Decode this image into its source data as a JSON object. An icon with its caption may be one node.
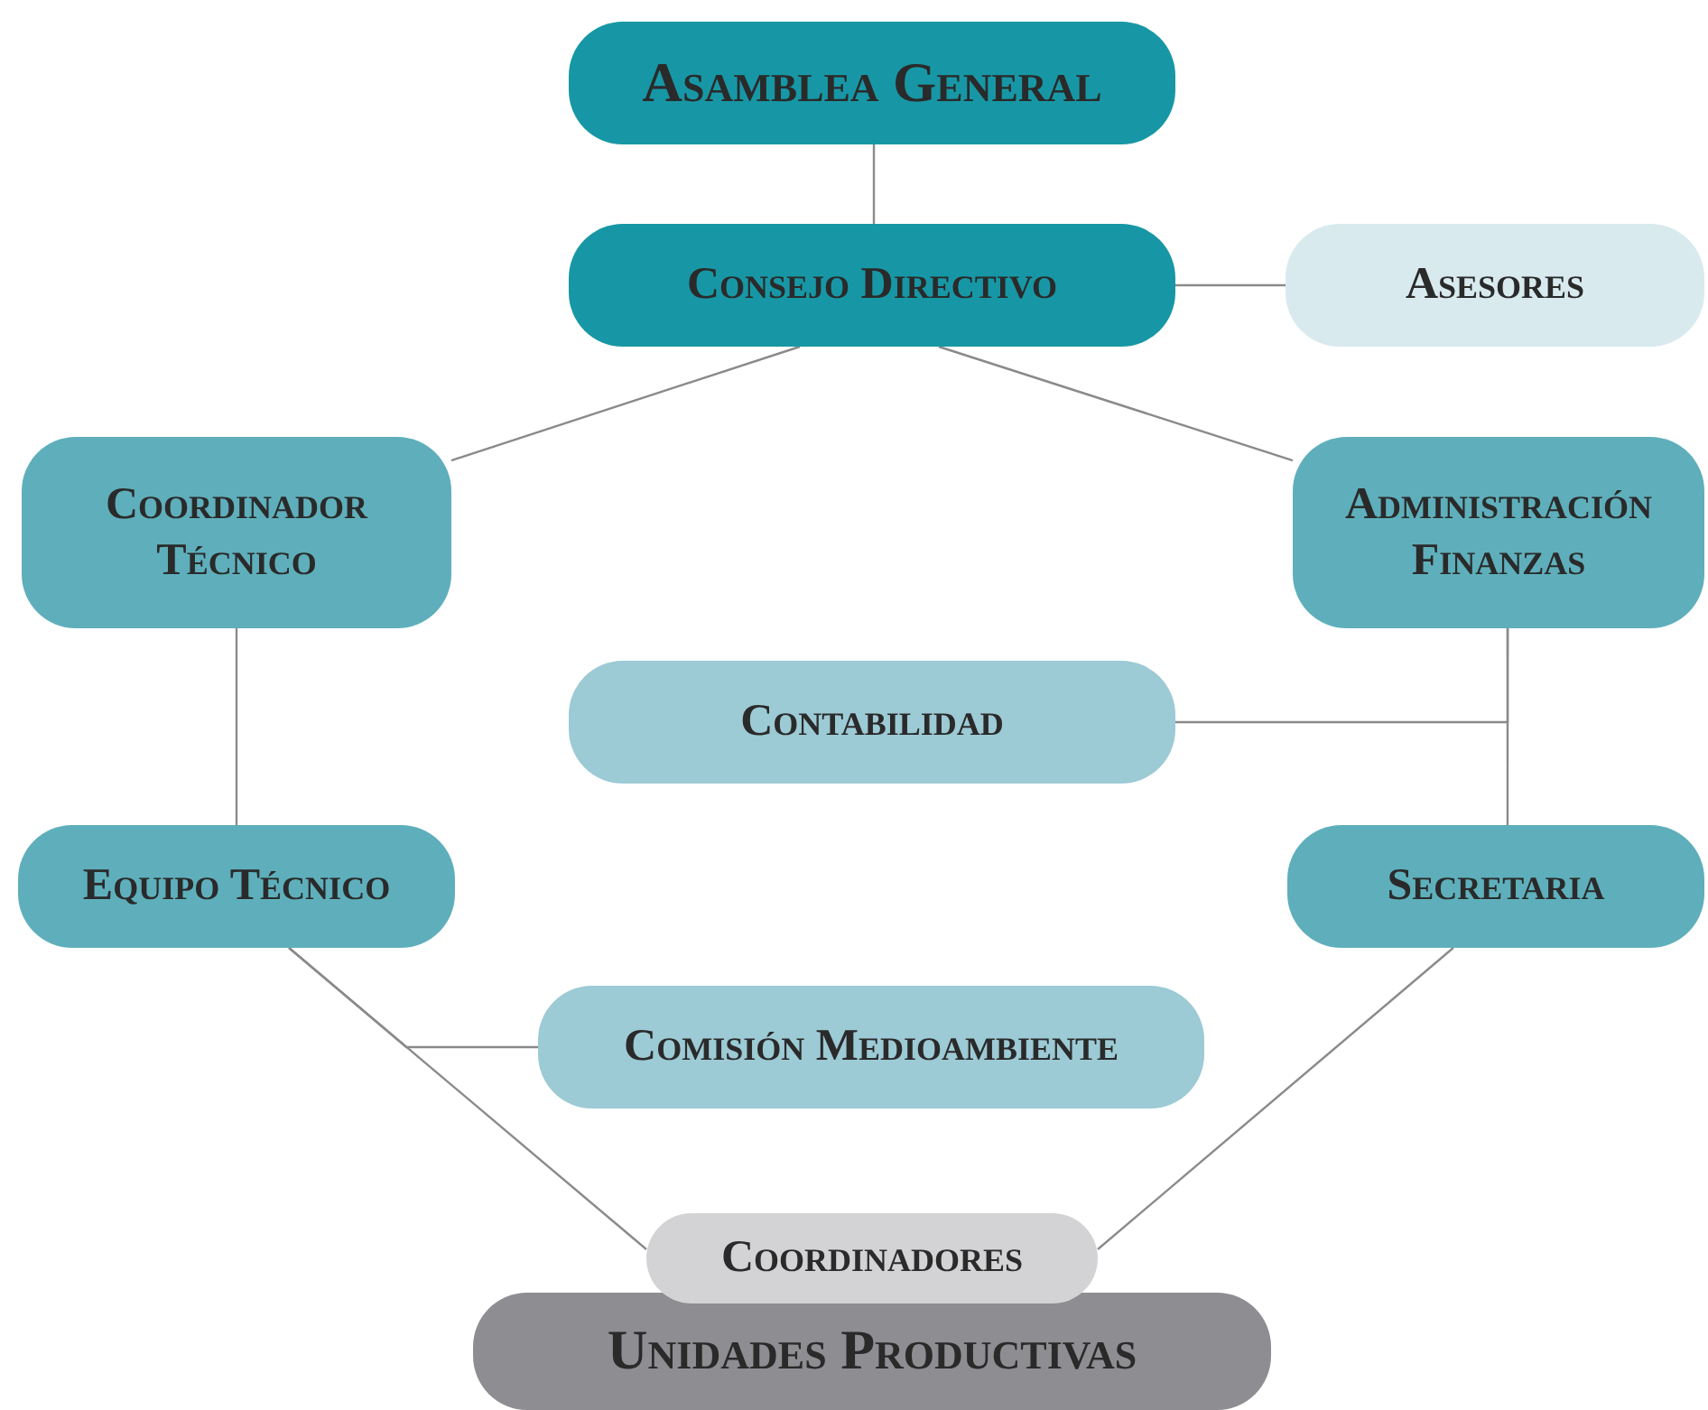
{
  "diagram": {
    "nodes": [
      {
        "text": [
          "Asamblea General"
        ]
      },
      {
        "text": [
          "Consejo Directivo"
        ]
      },
      {
        "text": [
          "Asesores"
        ]
      },
      {
        "text": [
          "Coordinador Técnico"
        ]
      },
      {
        "text": [
          "Administración Finanzas"
        ]
      },
      {
        "text": [
          "Contabilidad"
        ]
      },
      {
        "text": [
          "Equipo Técnico"
        ]
      },
      {
        "text": [
          "Secretaria"
        ]
      },
      {
        "text": [
          "Comisión Medioambiente"
        ]
      },
      {
        "text": [
          "Coordinadores"
        ]
      },
      {
        "text": [
          "Unidades Productivas"
        ]
      }
    ],
    "edges": [
      {
        "from": 0,
        "to": 1,
        "arrow": "none"
      },
      {
        "from": 1,
        "to": 2,
        "arrow": "none"
      },
      {
        "from": 1,
        "to": 3,
        "arrow": "none"
      },
      {
        "from": 1,
        "to": 4,
        "arrow": "none"
      },
      {
        "from": 4,
        "to": 7,
        "arrow": "none"
      },
      {
        "from": 4,
        "to": 5,
        "arrow": "none"
      },
      {
        "from": 3,
        "to": 6,
        "arrow": "none"
      },
      {
        "from": 6,
        "to": 9,
        "arrow": "none"
      },
      {
        "from": 6,
        "to": 8,
        "arrow": "none"
      },
      {
        "from": 7,
        "to": 9,
        "arrow": "none"
      }
    ]
  }
}
